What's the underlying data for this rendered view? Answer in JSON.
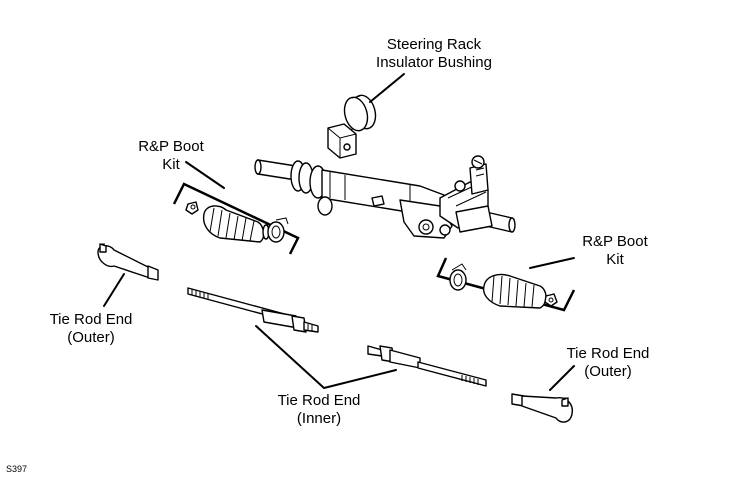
{
  "labels": {
    "bushing": [
      "Steering Rack",
      "Insulator Bushing"
    ],
    "boot_kit_left": [
      "R&P Boot",
      "Kit"
    ],
    "boot_kit_right": [
      "R&P Boot",
      "Kit"
    ],
    "tie_rod_outer_left": [
      "Tie Rod End",
      "(Outer)"
    ],
    "tie_rod_inner": [
      "Tie Rod End",
      "(Inner)"
    ],
    "tie_rod_outer_right": [
      "Tie Rod End",
      "(Outer)"
    ]
  },
  "figure_code": "S397"
}
